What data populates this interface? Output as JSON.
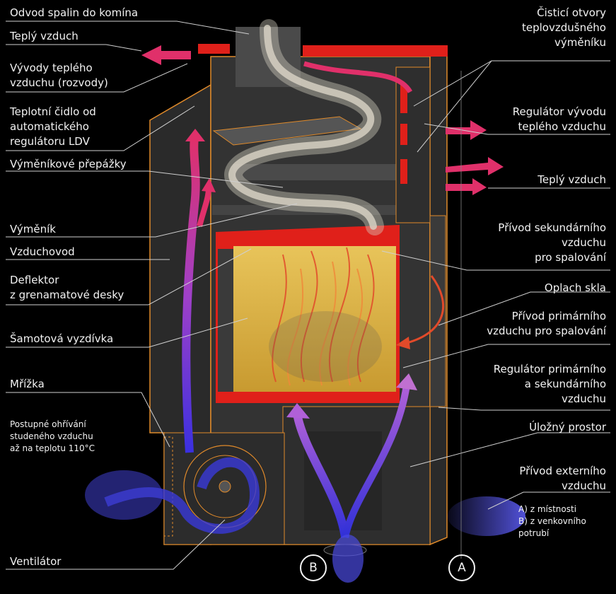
{
  "labels_left": [
    {
      "id": "flue",
      "text": "Odvod spalin do komína"
    },
    {
      "id": "warm-air-left",
      "text": "Teplý vzduch"
    },
    {
      "id": "warm-air-outlets",
      "text": "Vývody teplého\nvzduchu (rozvody)"
    },
    {
      "id": "temp-sensor",
      "text": "Teplotní čidlo od\nautomatického\nregulátoru LDV"
    },
    {
      "id": "exchanger-baffles",
      "text": "Výměníkové přepážky"
    },
    {
      "id": "exchanger",
      "text": "Výměník"
    },
    {
      "id": "air-duct",
      "text": "Vzduchovod"
    },
    {
      "id": "deflector",
      "text": "Deflektor\nz grenamatové desky"
    },
    {
      "id": "fireclay-lining",
      "text": "Šamotová vyzdívka"
    },
    {
      "id": "grille",
      "text": "Mřížka"
    },
    {
      "id": "gradual-heating",
      "text": "Postupné ohřívání\nstudeného vzduchu\naž na teplotu 110°C"
    },
    {
      "id": "fan",
      "text": "Ventilátor"
    }
  ],
  "labels_right": [
    {
      "id": "cleaning-openings",
      "text": "Čisticí otvory\nteplovzdušného\nvýměníku"
    },
    {
      "id": "warm-air-regulator",
      "text": "Regulátor vývodu\nteplého vzduchu"
    },
    {
      "id": "warm-air-right",
      "text": "Teplý vzduch"
    },
    {
      "id": "secondary-air",
      "text": "Přívod sekundárního\nvzduchu\npro spalování"
    },
    {
      "id": "glass-rinse",
      "text": "Oplach skla"
    },
    {
      "id": "primary-air",
      "text": "Přívod primárního\nvzduchu pro spalování"
    },
    {
      "id": "air-regulator",
      "text": "Regulátor primárního\na sekundárního\nvzduchu"
    },
    {
      "id": "storage",
      "text": "Úložný prostor"
    },
    {
      "id": "external-air",
      "text": "Přívod externího\nvzduchu"
    },
    {
      "id": "external-air-options",
      "text": "A) z místnosti\nB) z venkovního\npotrubí"
    }
  ],
  "markers": {
    "a": "A",
    "b": "B"
  },
  "colors": {
    "background": "#000000",
    "steel": "#3a3a3a",
    "outline": "#e08a2a",
    "hot_red": "#e0201a",
    "fire_yellow": "#d8b43a",
    "cold_blue": "#3a3ad8",
    "warm_pink": "#d0308a",
    "smoke": "#d8d2c4",
    "leader": "#cfcfcf"
  }
}
